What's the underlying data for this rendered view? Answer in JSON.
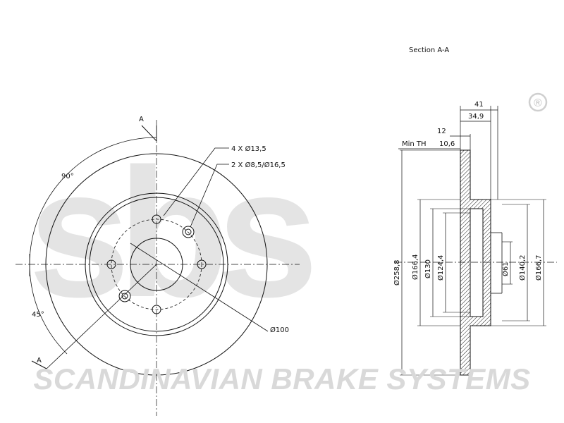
{
  "brand": {
    "logo_text": "sbs",
    "registered_mark": "®",
    "watermark_text": "SCANDINAVIAN BRAKE SYSTEMS",
    "watermark_color": "#d9d9d9"
  },
  "front_view": {
    "section_marker_top": "A",
    "section_marker_bottom": "A",
    "angle_top": "90°",
    "angle_bottom": "45°",
    "callout_holes_1": "4 X Ø13,5",
    "callout_holes_2": "2 X Ø8,5/Ø16,5",
    "pcd_label": "Ø100"
  },
  "section_view": {
    "title": "Section A-A",
    "dim_41": "41",
    "dim_34_9": "34,9",
    "dim_12": "12",
    "min_th_label": "Min TH",
    "min_th_value": "10,6",
    "dia_258_8": "Ø258,8",
    "dia_166_4": "Ø166,4",
    "dia_130": "Ø130",
    "dia_124_4": "Ø124,4",
    "dia_61": "Ø61",
    "dia_140_2": "Ø140,2",
    "dia_166_7": "Ø166,7"
  }
}
